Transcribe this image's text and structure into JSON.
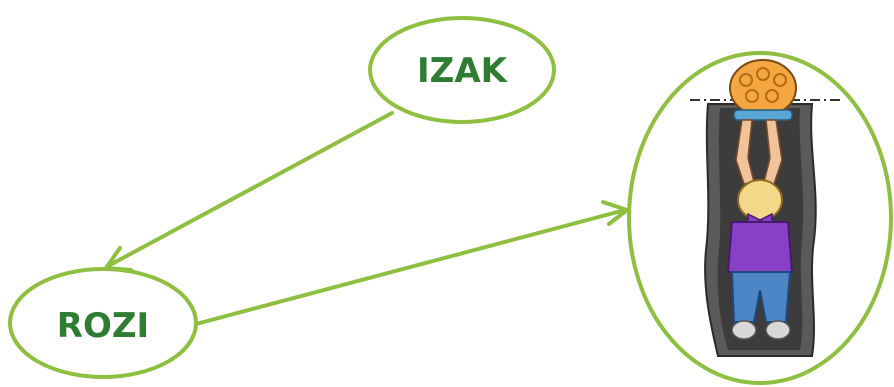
{
  "colors": {
    "outline": "#8fbf40",
    "label": "#2e7d32",
    "background": "#ffffff"
  },
  "nodes": [
    {
      "id": "izak",
      "label": "IZAK"
    },
    {
      "id": "rozi",
      "label": "ROZI"
    },
    {
      "id": "illustration",
      "label": "",
      "icon": "girl-holding-boy-over-hole-illustration"
    }
  ],
  "edges": [
    {
      "from": "izak",
      "to": "rozi"
    },
    {
      "from": "rozi",
      "to": "illustration"
    }
  ]
}
